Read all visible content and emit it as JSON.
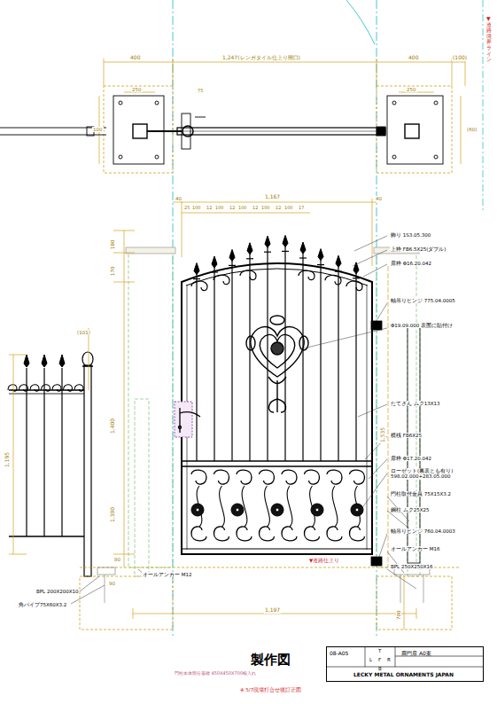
{
  "diagram": {
    "title": "製作図",
    "caption": "※ 5/7現場打合せ後訂正図",
    "nodes": [
      {
        "text": [
          "08-A05",
          "T",
          "L",
          "F",
          "R",
          "B",
          "廊門扉 A0案",
          "LECKY METAL ORNAMENTS JAPAN"
        ]
      }
    ],
    "labels": [
      "400",
      "1,247(レンガタイル仕上り開口)",
      "400",
      "(100)",
      "▼道路境界ライン",
      "250",
      "250",
      "100",
      "(60)",
      "75",
      "40",
      "1,167",
      "40",
      "25",
      "100",
      "12",
      "100",
      "12",
      "100",
      "12",
      "100",
      "12",
      "100",
      "17",
      "180",
      "170",
      "(101)",
      "1,400",
      "1,195",
      "1,300",
      "80",
      "1,535",
      "90",
      "飾り 1S3.05.300",
      "上枠 FB6.5X25(ダブル)",
      "扉枠 Φ16.20.042",
      "軸吊りヒンジ 775.04.0005",
      "Φ19.09.000 表面に貼付け",
      "たてざん ムク13X13",
      "横桟 FB6X25",
      "扉枠 Φ17.20.042",
      "ローゼット(裏表とも有り) 598.02.000+283.05.000",
      "門柱取付金具 75X15X3.2",
      "鋼柱 ムク25X25",
      "軸吊りヒンジ 760.04.0003",
      "オールアンカー M16",
      "BPL 250X250X16",
      "▼道路仕上り",
      "オールアンカー M12",
      "BPL 200X200X10",
      "角パイプ75X60X3.2",
      "1,197",
      "700",
      "門柱本体部分基礎 450X450X700根入れ"
    ]
  }
}
